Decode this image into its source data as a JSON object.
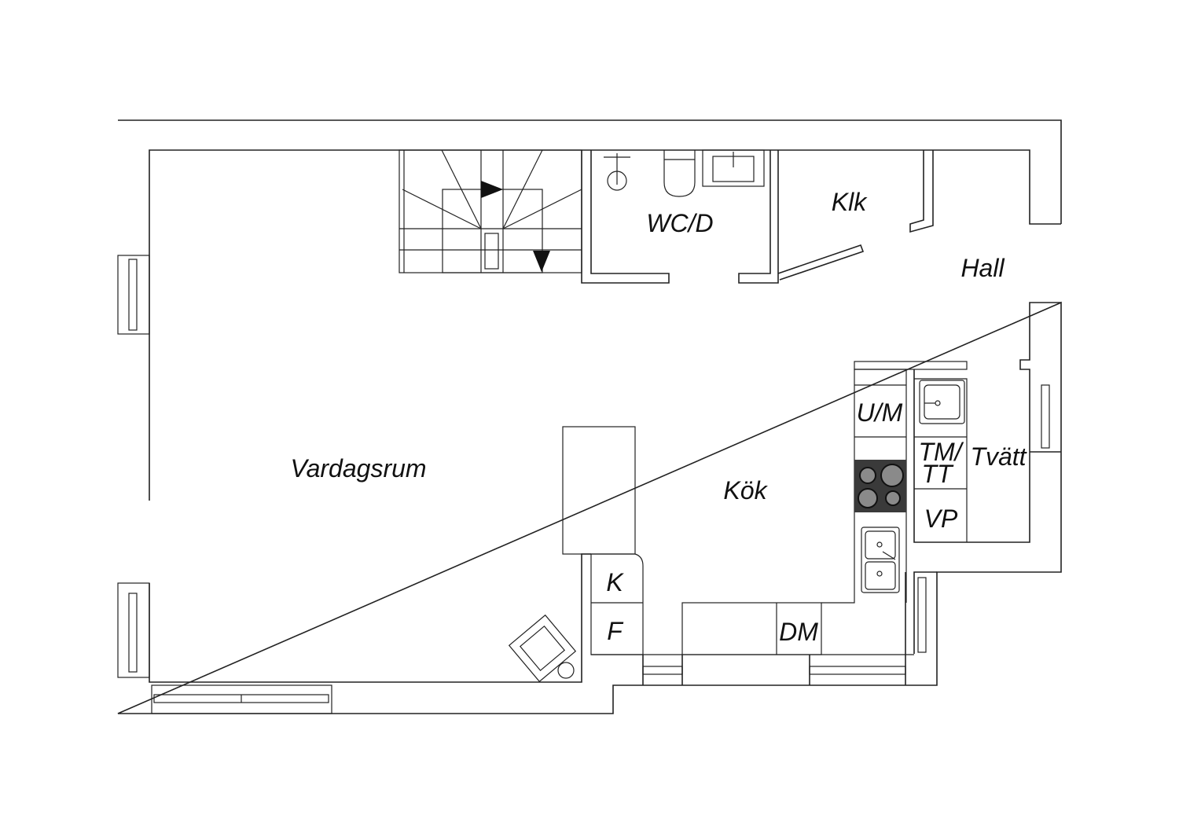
{
  "rooms": {
    "living": "Vardagsrum",
    "kitchen": "Kök",
    "wc": "WC/D",
    "closet": "Klk",
    "hall": "Hall",
    "laundry": "Tvätt"
  },
  "fixtures": {
    "dishwasher": "DM",
    "fridge": "K",
    "freezer": "F",
    "oven_micro": "U/M",
    "washer_dryer_1": "TM/",
    "washer_dryer_2": "TT",
    "heat_pump": "VP"
  },
  "colors": {
    "line": "#222222",
    "stove": "#3a3a3a",
    "burner": "#8a8a8a"
  }
}
